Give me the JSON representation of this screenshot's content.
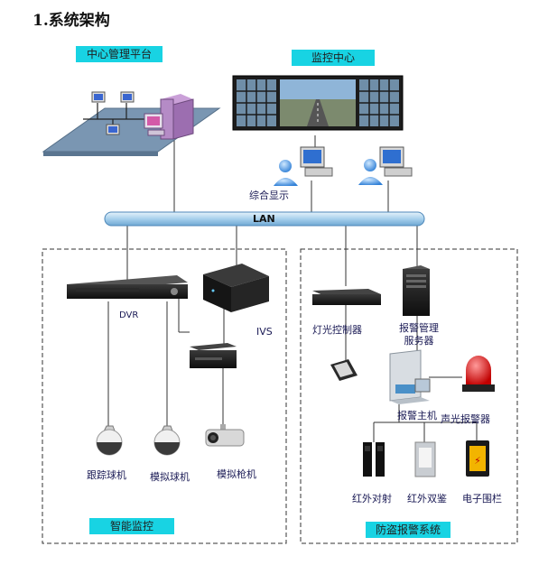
{
  "title": "1.系统架构",
  "labels": {
    "center_platform": "中心管理平台",
    "monitor_center": "监控中心",
    "display": "综合显示",
    "lan": "LAN",
    "dvr": "DVR",
    "ivs": "IVS",
    "light_controller": "灯光控制器",
    "alarm_server": "报警管理服务器",
    "alarm_host": "报警主机",
    "sound_light_alarm": "声光报警器",
    "tracking_dome": "跟踪球机",
    "analog_dome": "模拟球机",
    "analog_gun": "模拟枪机",
    "infrared_beam": "红外对射",
    "dual_detector": "红外双鉴",
    "electric_fence": "电子围栏",
    "smart_monitor": "智能监控",
    "alarm_system": "防盗报警系统"
  },
  "colors": {
    "accent": "#18d3e3",
    "lan_bar": "#aad4ee",
    "platform": "#7a96b2"
  }
}
